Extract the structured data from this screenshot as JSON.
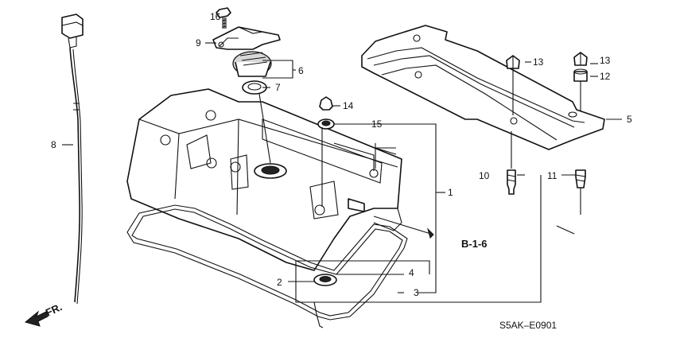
{
  "callouts": {
    "c1": "1",
    "c2": "2",
    "c3": "3",
    "c4": "4",
    "c5": "5",
    "c6": "6",
    "c7": "7",
    "c8": "8",
    "c9": "9",
    "c10": "10",
    "c11": "11",
    "c12": "12",
    "c13a": "13",
    "c13b": "13",
    "c14": "14",
    "c15": "15",
    "c16": "16"
  },
  "reference": "B-1-6",
  "direction_label": "FR.",
  "diagram_code": "S5AK–E0901"
}
